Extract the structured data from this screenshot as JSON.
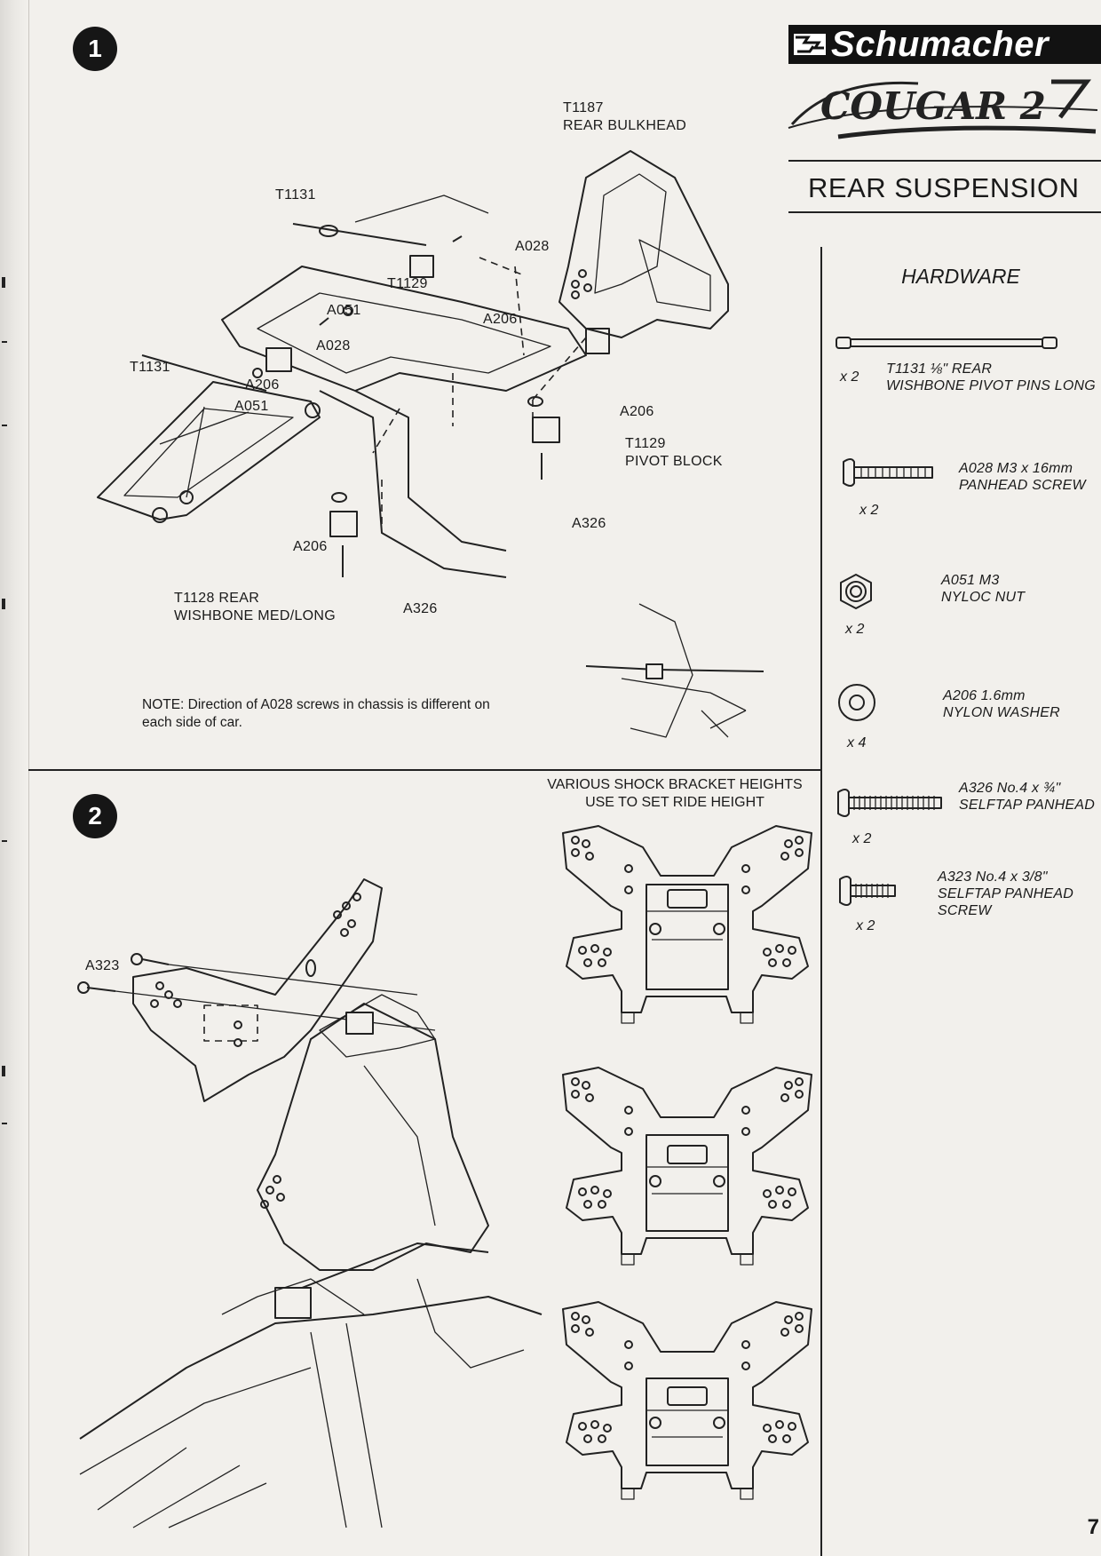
{
  "brand": {
    "name": "Schumacher",
    "model": "COUGAR 2"
  },
  "section_title": "REAR SUSPENSION",
  "page_number": "7",
  "steps": [
    {
      "number": "1",
      "callouts": {
        "t1187": "T1187",
        "rear_bulkhead": "REAR BULKHEAD",
        "t1131_top": "T1131",
        "a028_top": "A028",
        "t1129_top": "T1129",
        "a051_top": "A051",
        "a206_top": "A206",
        "a028_mid": "A028",
        "t1131_left": "T1131",
        "a206_left": "A206",
        "a051_left": "A051",
        "a206_right": "A206",
        "t1129_right": "T1129",
        "pivot_block": "PIVOT BLOCK",
        "a326_right": "A326",
        "a206_low": "A206",
        "a326_low": "A326",
        "t1128_a": "T1128 REAR",
        "t1128_b": "WISHBONE MED/LONG"
      },
      "note": "NOTE: Direction of A028 screws in chassis is different on each side of car."
    },
    {
      "number": "2",
      "callouts": {
        "a323": "A323"
      },
      "caption_line1": "VARIOUS SHOCK BRACKET HEIGHTS",
      "caption_line2": "USE TO SET RIDE HEIGHT"
    }
  ],
  "hardware": {
    "heading": "HARDWARE",
    "items": [
      {
        "icon": "pivot-pin-icon",
        "qty": "x 2",
        "line1": "T1131 ⅛\" REAR",
        "line2": "WISHBONE PIVOT PINS LONG"
      },
      {
        "icon": "panhead-screw-icon",
        "qty": "x 2",
        "line1": "A028 M3 x 16mm",
        "line2": "PANHEAD SCREW"
      },
      {
        "icon": "nyloc-nut-icon",
        "qty": "x 2",
        "line1": "A051 M3",
        "line2": "NYLOC NUT"
      },
      {
        "icon": "nylon-washer-icon",
        "qty": "x 4",
        "line1": "A206 1.6mm",
        "line2": "NYLON WASHER"
      },
      {
        "icon": "selftap-screw-icon",
        "qty": "x 2",
        "line1": "A326 No.4 x ¾\"",
        "line2": "SELFTAP PANHEAD"
      },
      {
        "icon": "short-selftap-screw-icon",
        "qty": "x 2",
        "line1": "A323 No.4 x 3/8\"",
        "line2": "SELFTAP PANHEAD",
        "line3": "SCREW"
      }
    ]
  }
}
